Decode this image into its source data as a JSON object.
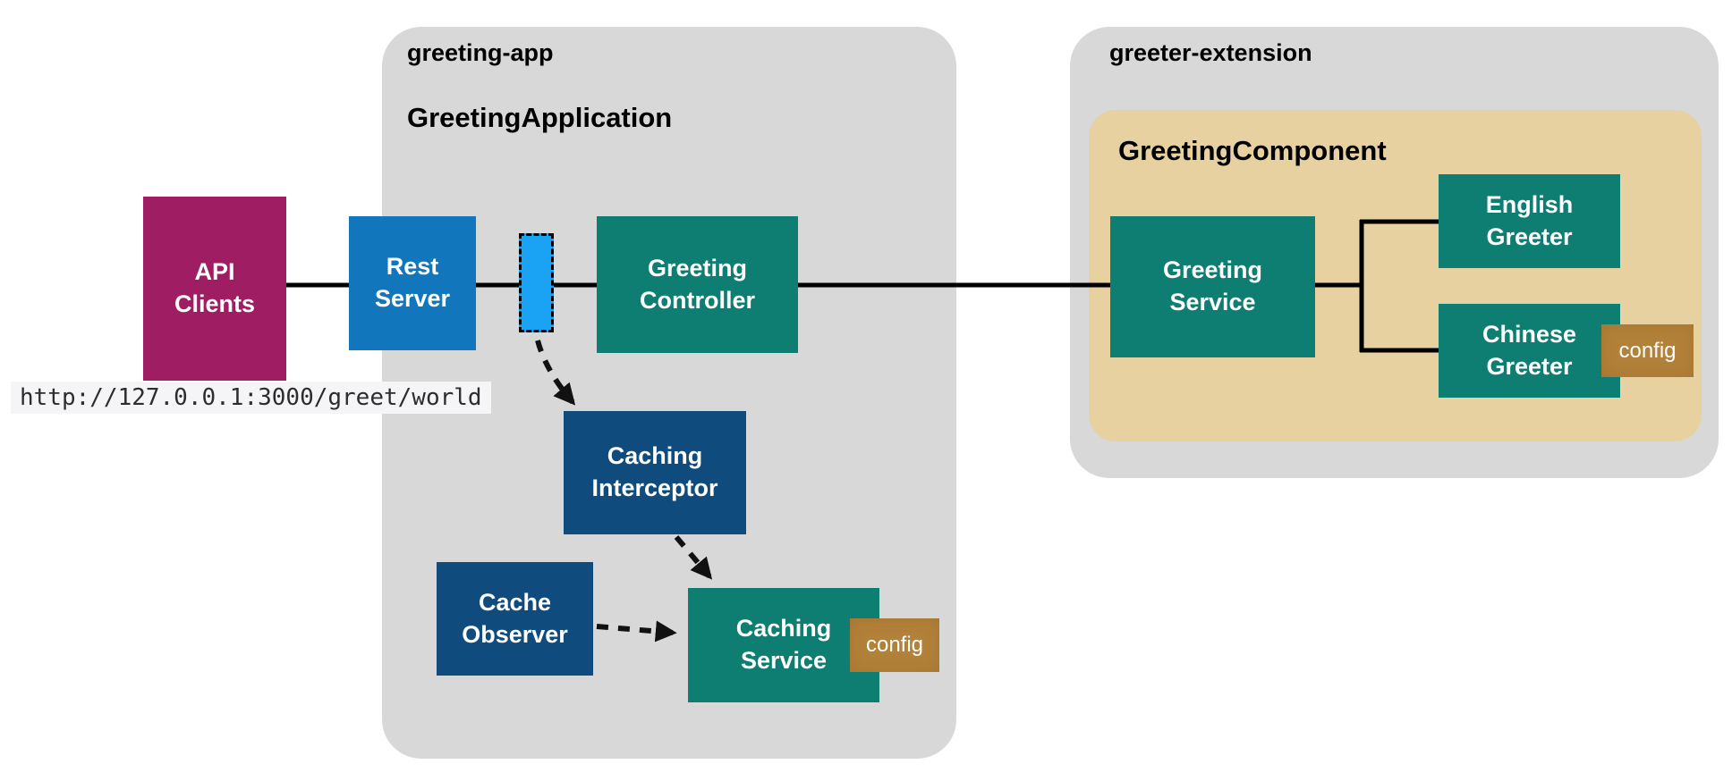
{
  "containers": {
    "greeting_app": {
      "name": "greeting-app",
      "application": "GreetingApplication"
    },
    "greeter_extension": {
      "name": "greeter-extension",
      "component": "GreetingComponent"
    }
  },
  "nodes": {
    "api_clients": {
      "label": "API\nClients",
      "color": "#9e1d63"
    },
    "rest_server": {
      "label": "Rest\nServer",
      "color": "#1176bb"
    },
    "greeting_controller": {
      "label": "Greeting\nController",
      "color": "#0d7e71"
    },
    "caching_interceptor": {
      "label": "Caching\nInterceptor",
      "color": "#0f4c7d"
    },
    "cache_observer": {
      "label": "Cache\nObserver",
      "color": "#0f4c7d"
    },
    "caching_service": {
      "label": "Caching\nService",
      "color": "#0d7e71",
      "badge": "config"
    },
    "greeting_service": {
      "label": "Greeting\nService",
      "color": "#0d7e71"
    },
    "english_greeter": {
      "label": "English\nGreeter",
      "color": "#0d7e71"
    },
    "chinese_greeter": {
      "label": "Chinese\nGreeter",
      "color": "#0d7e71",
      "badge": "config"
    }
  },
  "interceptor_marker": {
    "color": "#1aa3f5"
  },
  "url_pill": {
    "text": "http://127.0.0.1:3000/greet/world"
  },
  "colors": {
    "container_gray": "#d8d8d8",
    "component_tan": "#e7d1a0",
    "badge_brown": "#b2813a",
    "teal": "#0d7e71",
    "navy": "#0f4c7d",
    "magenta": "#9e1d63",
    "rest_blue": "#1176bb",
    "marker_blue": "#1aa3f5",
    "line_black": "#000000",
    "url_bg": "#f5f5f7"
  }
}
